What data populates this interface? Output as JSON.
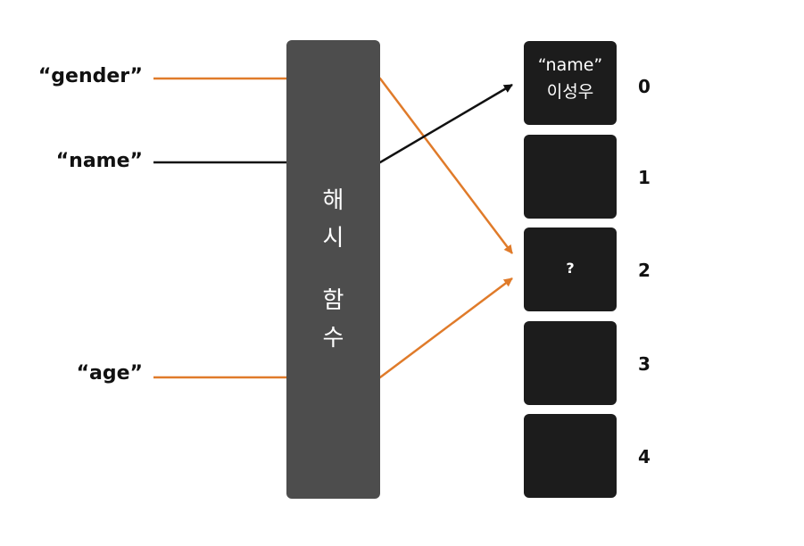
{
  "keys": {
    "gender": "“gender”",
    "name": "“name”",
    "age": "“age”"
  },
  "hash_function": {
    "label_line1": "해",
    "label_line2": "시",
    "label_line3": "함",
    "label_line4": "수"
  },
  "buckets": [
    {
      "index": "0",
      "key": "“name”",
      "value": "이성우"
    },
    {
      "index": "1",
      "key": "",
      "value": ""
    },
    {
      "index": "2",
      "key": "",
      "value": "",
      "placeholder": "?"
    },
    {
      "index": "3",
      "key": "",
      "value": ""
    },
    {
      "index": "4",
      "key": "",
      "value": ""
    }
  ],
  "colors": {
    "orange_arrow": "#e07b2a",
    "black_arrow": "#111111",
    "hash_fill": "#4d4d4d",
    "bucket_fill": "#1c1c1c"
  }
}
